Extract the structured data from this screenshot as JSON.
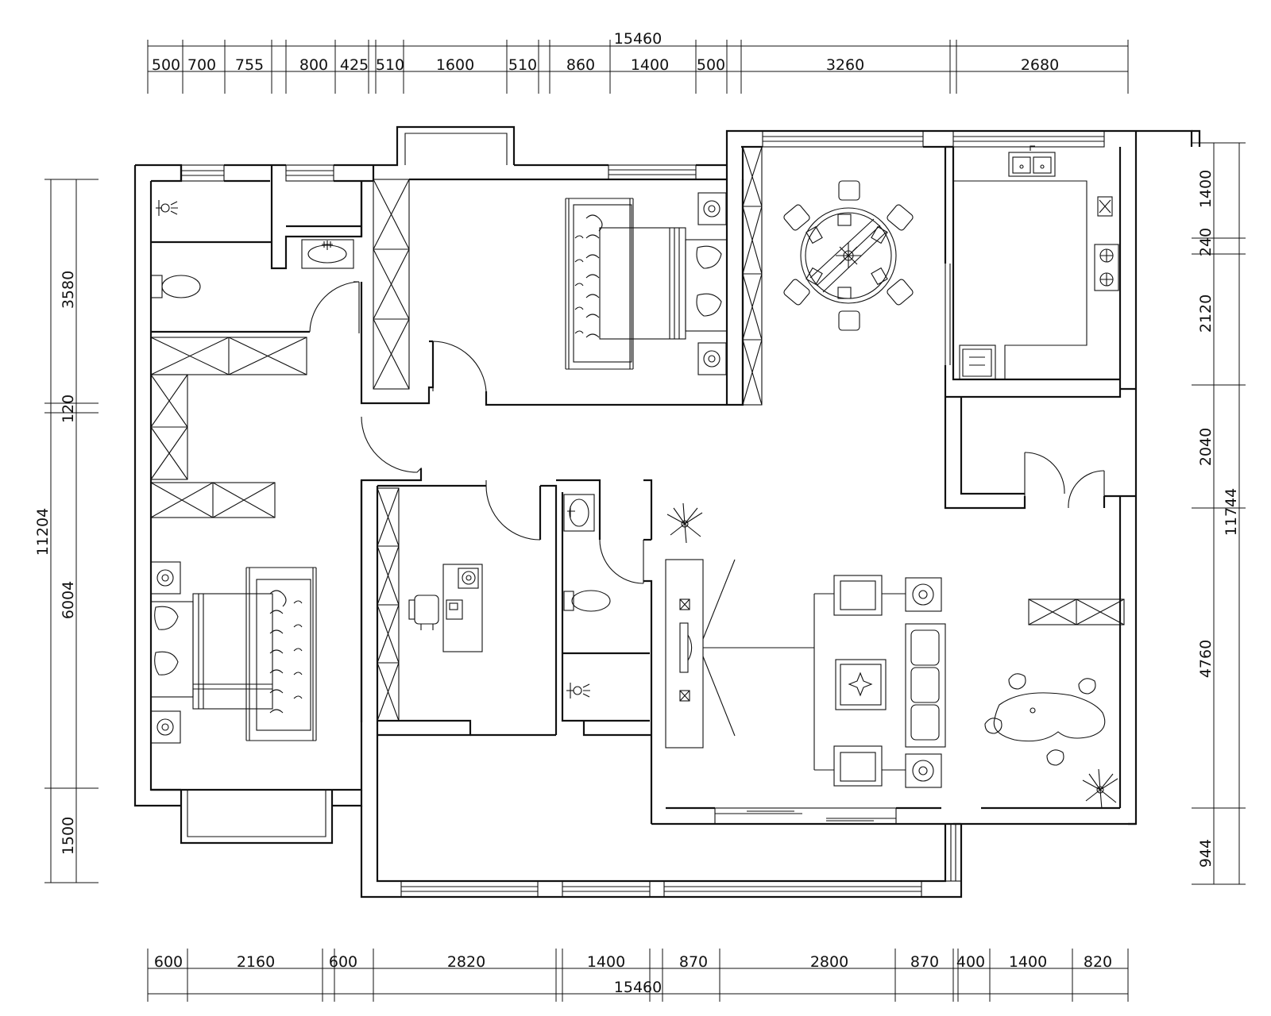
{
  "plan": {
    "top_overall": "15460",
    "bottom_overall": "15460",
    "left_overall": "11204",
    "right_overall": "11744",
    "top_segments": [
      "500",
      "700",
      "755",
      "800",
      "425",
      "510",
      "1600",
      "510",
      "860",
      "1400",
      "500",
      "3260",
      "2680"
    ],
    "bottom_segments": [
      "600",
      "2160",
      "600",
      "2820",
      "1400",
      "870",
      "2800",
      "870",
      "400",
      "1400",
      "820"
    ],
    "left_segments": [
      "3580",
      "120",
      "6004",
      "1500"
    ],
    "right_segments": [
      "1400",
      "240",
      "2120",
      "2040",
      "4760",
      "944"
    ]
  }
}
